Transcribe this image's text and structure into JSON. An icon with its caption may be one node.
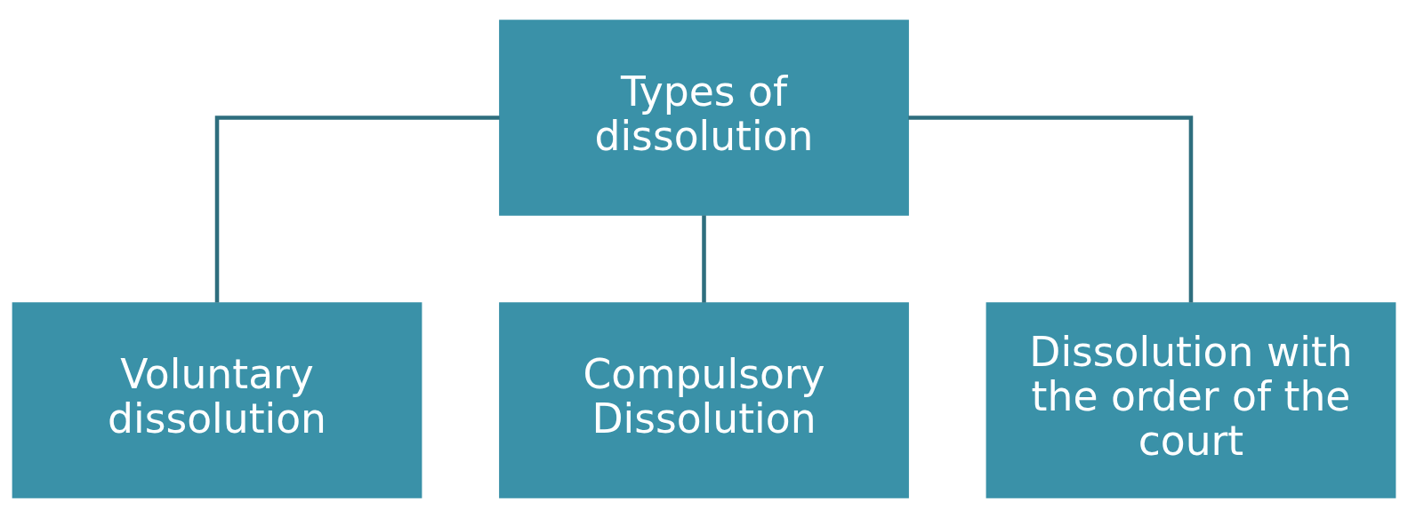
{
  "diagram": {
    "nodes": [
      {
        "text": [
          "Types of dissolution"
        ]
      },
      {
        "text": [
          "Voluntary dissolution"
        ]
      },
      {
        "text": [
          "Compulsory Dissolution"
        ]
      },
      {
        "text": [
          "Dissolution with the order of the court"
        ]
      }
    ],
    "edges": [
      {
        "from": 0,
        "to": 1,
        "arrow": "none"
      },
      {
        "from": 0,
        "to": 2,
        "arrow": "none"
      },
      {
        "from": 0,
        "to": 3,
        "arrow": "none"
      }
    ]
  }
}
